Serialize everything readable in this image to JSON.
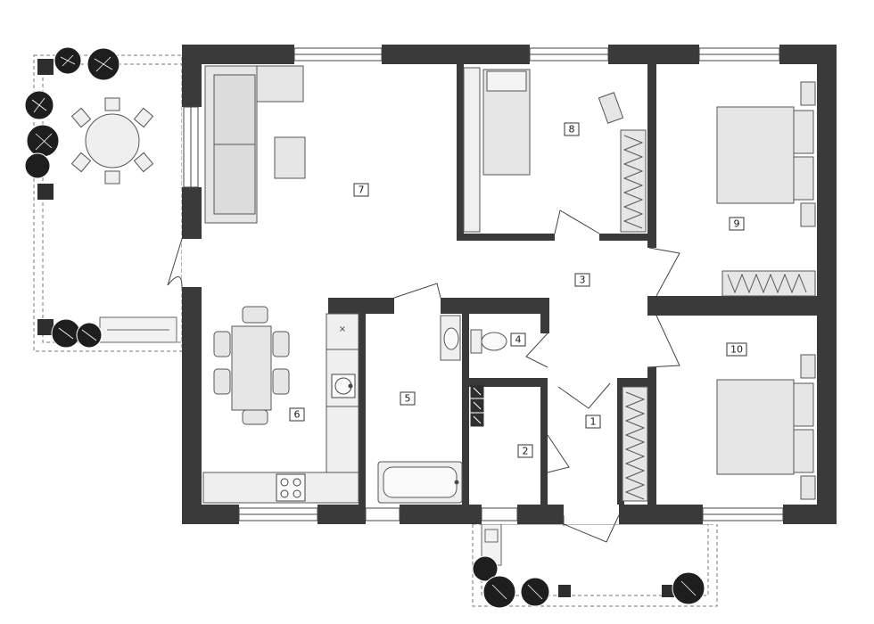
{
  "plan": {
    "rooms": [
      {
        "id": "room-1",
        "label": "1"
      },
      {
        "id": "room-2",
        "label": "2"
      },
      {
        "id": "room-3",
        "label": "3"
      },
      {
        "id": "room-4",
        "label": "4"
      },
      {
        "id": "room-5",
        "label": "5"
      },
      {
        "id": "room-6",
        "label": "6"
      },
      {
        "id": "room-7",
        "label": "7"
      },
      {
        "id": "room-8",
        "label": "8"
      },
      {
        "id": "room-9",
        "label": "9"
      },
      {
        "id": "room-10",
        "label": "10"
      }
    ]
  },
  "colors": {
    "wall": "#3a3a3a",
    "floor": "#ffffff",
    "furniture_fill": "#e6e6e6",
    "furniture_stroke": "#555555",
    "terrace_line": "#777777",
    "plant": "#222222"
  },
  "icons": [
    "sofa-icon",
    "bed-icon",
    "bathtub-icon",
    "toilet-icon",
    "sink-icon",
    "stove-icon",
    "wardrobe-icon",
    "plant-icon",
    "dining-table-icon"
  ]
}
